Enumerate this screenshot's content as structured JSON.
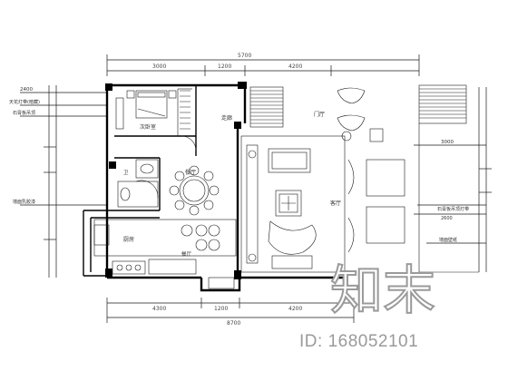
{
  "drawing": {
    "rooms": {
      "master_bedroom": "次卧室",
      "hallway": "走廊",
      "foyer": "门厅",
      "dining": "餐厅",
      "living": "客厅",
      "kitchen": "厨房"
    },
    "dimensions": {
      "top_total": "5700",
      "top_segments": [
        "3000",
        "1200",
        "4200"
      ],
      "bottom_total": "8700",
      "bottom_segments": [
        "4300",
        "1200",
        "4200"
      ]
    },
    "side_notes_left": [
      "2400",
      "天花灯带(暗藏)",
      "石膏板吊顶",
      "墙面乳胶漆"
    ],
    "side_notes_right": [
      "3000",
      "石膏板吊顶灯带",
      "2600",
      "墙面壁纸"
    ]
  },
  "watermark": {
    "logo_text": "知末",
    "id_label": "ID:",
    "id_value": "168052101"
  },
  "colors": {
    "line": "#1a1a1a",
    "wall": "#000000",
    "watermark": "#9a9a9a"
  }
}
